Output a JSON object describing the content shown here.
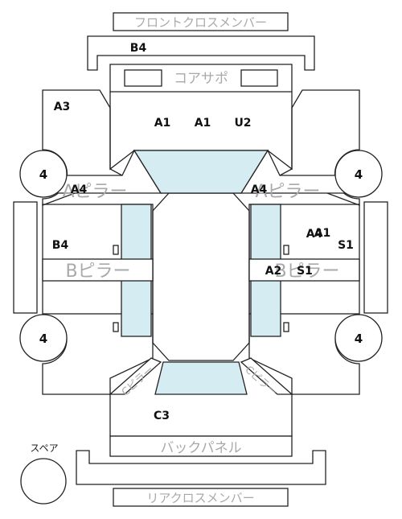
{
  "diagram": {
    "parts": {
      "front_cross_member": "フロントクロスメンバー",
      "core_support": "コアサポ",
      "a_pillar_left": "Aピラー",
      "a_pillar_right": "Aピラー",
      "b_pillar_left": "Bピラー",
      "b_pillar_right": "Bピラー",
      "back_panel": "バックパネル",
      "rear_cross_member": "リアクロスメンバー",
      "spare_tire": "スペア",
      "c_pillar_left": "Cピラー",
      "c_pillar_right": "Cピラー"
    },
    "wheels": {
      "front_left": "4",
      "front_right": "4",
      "rear_left": "4",
      "rear_right": "4"
    },
    "marks": {
      "front_frame": "B4",
      "left_fender": "A3",
      "roof_front_1": "A1",
      "roof_front_2": "A1",
      "roof_front_3": "U2",
      "left_a_pillar": "A4",
      "right_a_pillar": "A4",
      "left_door": "B4",
      "right_door_1": "A4",
      "right_door_2": "A1",
      "right_door_3": "S1",
      "right_b_pillar_1": "A2",
      "right_b_pillar_2": "S1",
      "trunk": "C3"
    }
  }
}
